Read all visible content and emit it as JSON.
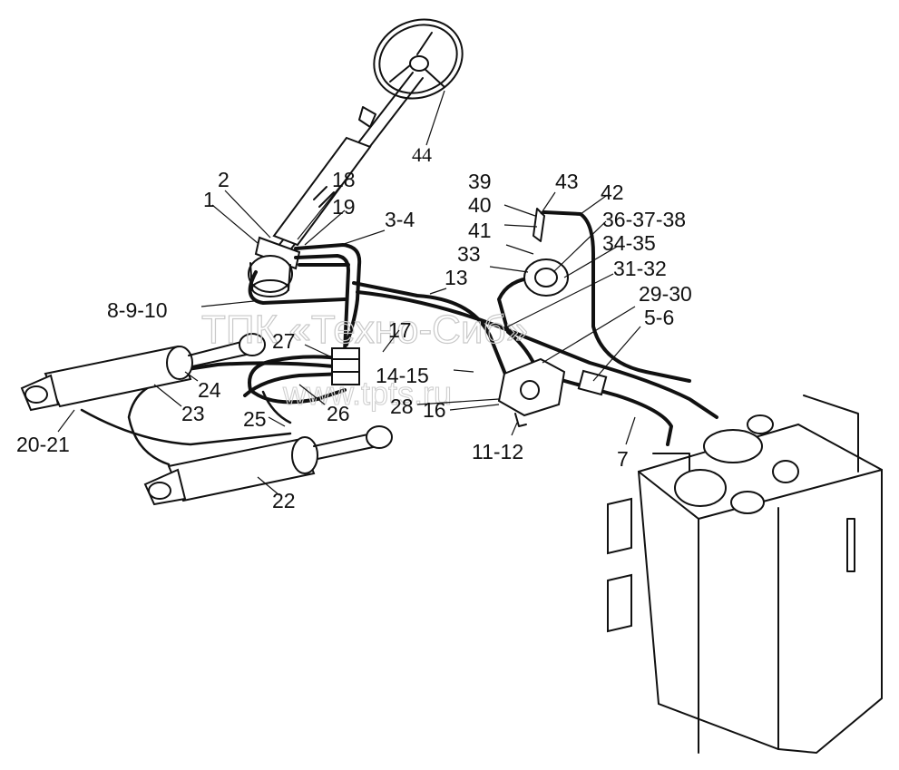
{
  "watermark": {
    "line1": "ТПК «Техно-Сиб»",
    "line2": "www.tpts.ru"
  },
  "callouts": {
    "c44": "44",
    "c1": "1",
    "c2": "2",
    "c18": "18",
    "c19": "19",
    "c3_4": "3-4",
    "c39": "39",
    "c40": "40",
    "c41": "41",
    "c43": "43",
    "c42": "42",
    "c36_37_38": "36-37-38",
    "c34_35": "34-35",
    "c33": "33",
    "c13": "13",
    "c31_32": "31-32",
    "c29_30": "29-30",
    "c5_6": "5-6",
    "c8_9_10": "8-9-10",
    "c27": "27",
    "c17": "17",
    "c14_15": "14-15",
    "c24": "24",
    "c23": "23",
    "c28": "28",
    "c16": "16",
    "c26": "26",
    "c25": "25",
    "c20_21": "20-21",
    "c11_12": "11-12",
    "c7": "7",
    "c22": "22"
  }
}
